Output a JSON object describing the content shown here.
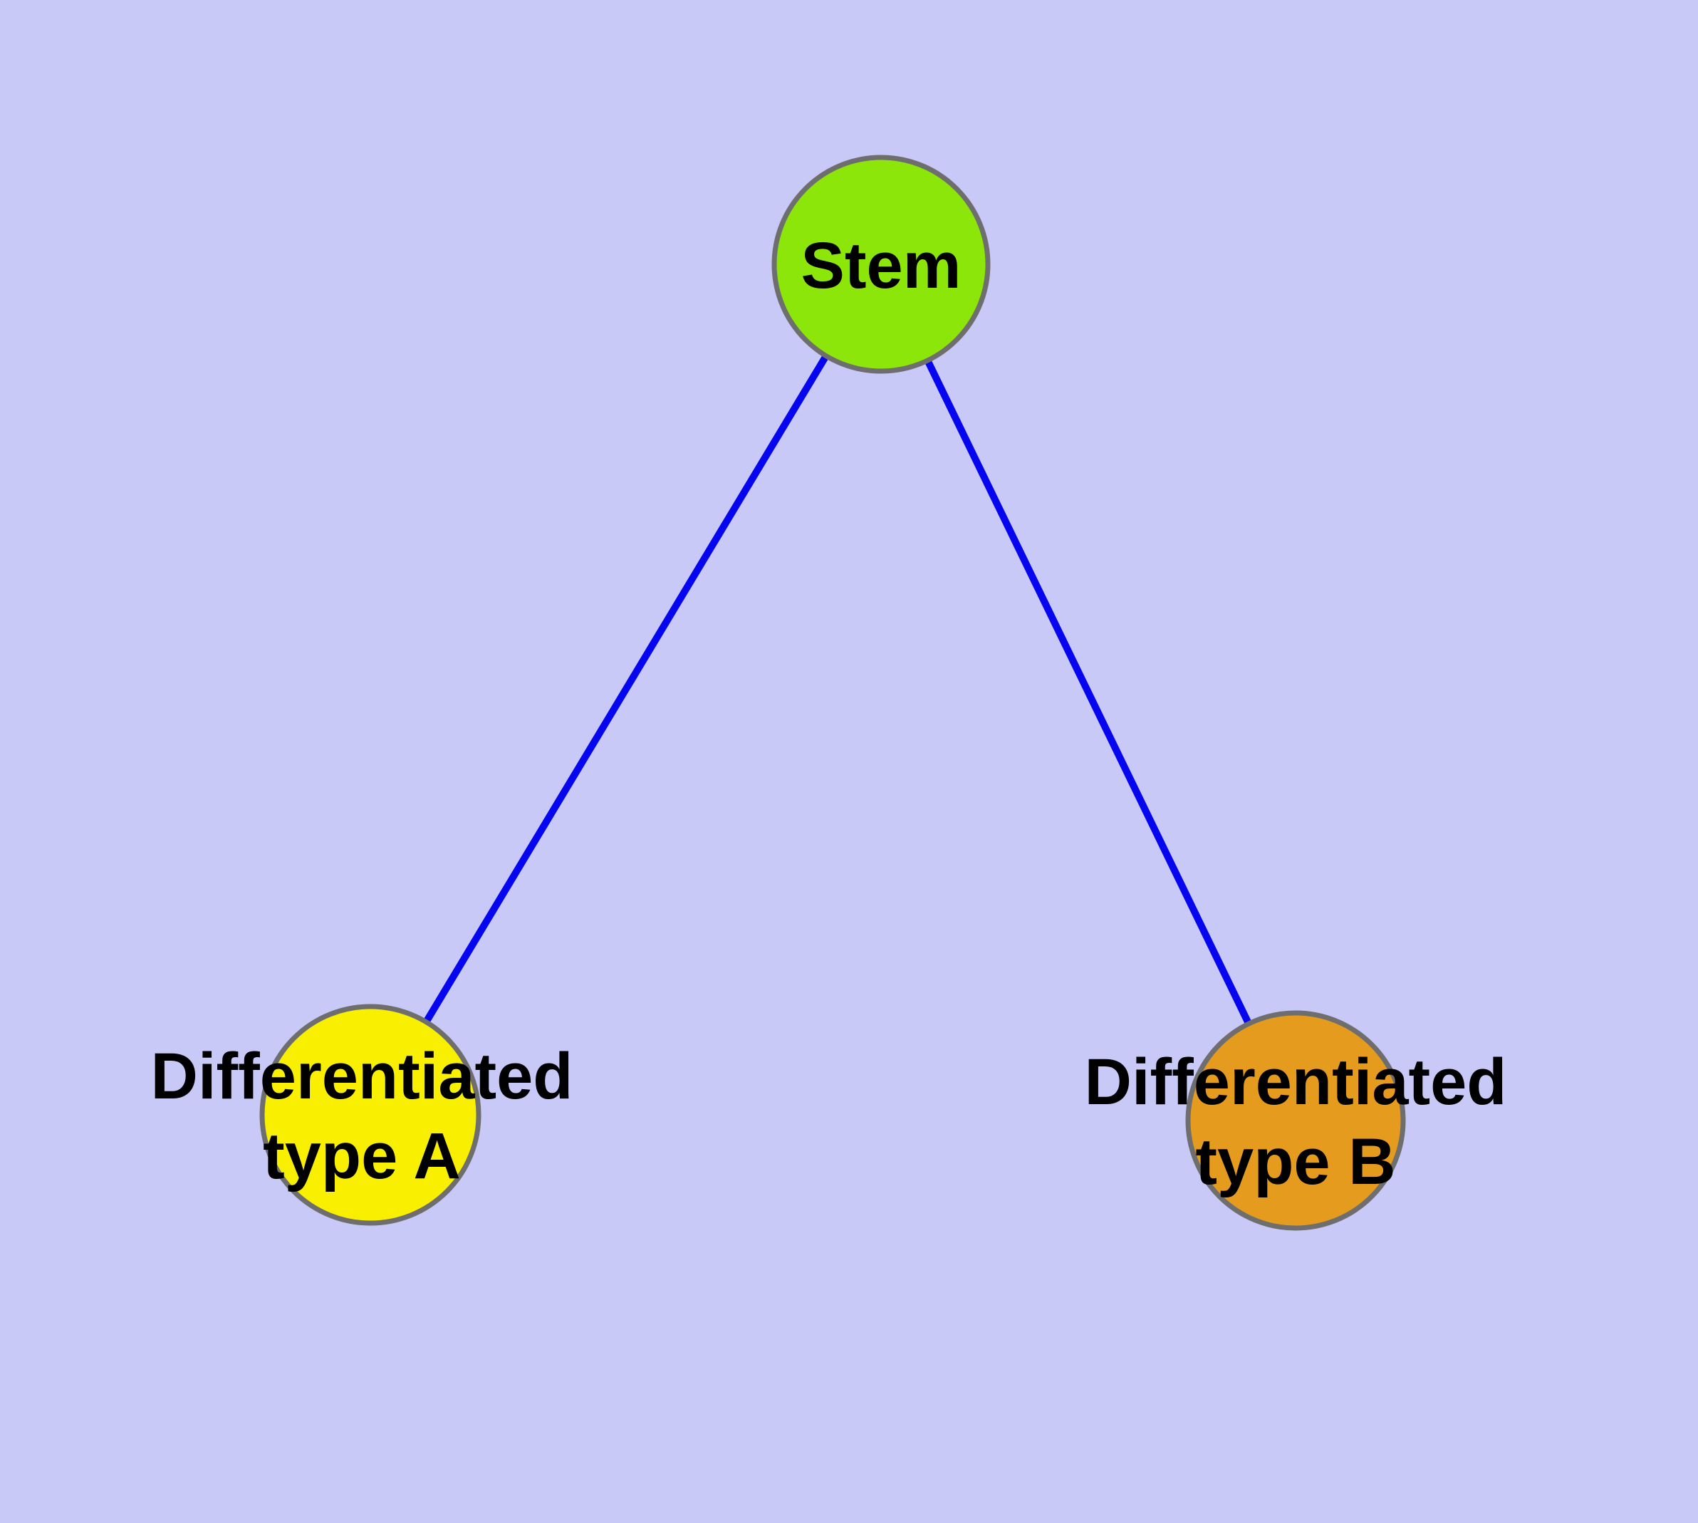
{
  "colors": {
    "background": "#C9C9F8",
    "edge": "#0505F0",
    "node_border": "#6E6E6E",
    "label_text": "#000000"
  },
  "nodes": {
    "stem": {
      "label": "Stem",
      "fill": "#8CE60A"
    },
    "type_a": {
      "label": "Differentiated\ntype A",
      "fill": "#F8F000"
    },
    "type_b": {
      "label": "Differentiated\ntype B",
      "fill": "#E59B1E"
    }
  },
  "edges": [
    {
      "from": "stem",
      "to": "type_a"
    },
    {
      "from": "stem",
      "to": "type_b"
    }
  ]
}
